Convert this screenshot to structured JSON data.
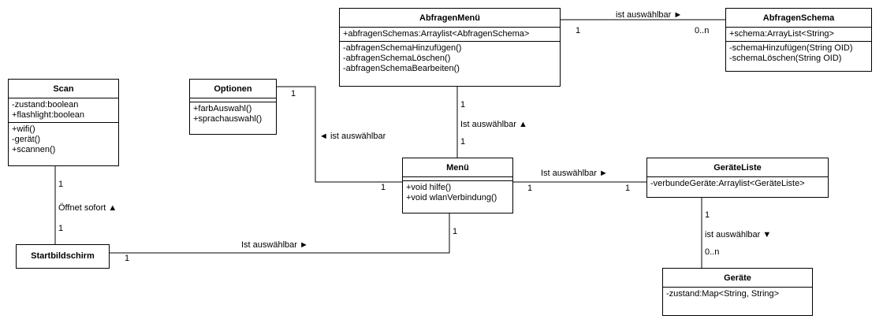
{
  "classes": {
    "abfragen_menu": {
      "name": "AbfragenMenü",
      "attributes": [
        "+abfragenSchemas:Arraylist<AbfragenSchema>"
      ],
      "operations": [
        "-abfragenSchemaHinzufügen()",
        "-abfragenSchemaLöschen()",
        "-abfragenSchemaBearbeiten()"
      ]
    },
    "abfragen_schema": {
      "name": "AbfragenSchema",
      "attributes": [
        "+schema:ArrayList<String>"
      ],
      "operations": [
        "-schemaHinzufügen(String OID)",
        "-schemaLöschen(String OID)"
      ]
    },
    "scan": {
      "name": "Scan",
      "attributes": [
        "-zustand:boolean",
        "+flashlight:boolean"
      ],
      "operations": [
        "+wifi()",
        "-gerät()",
        "+scannen()"
      ]
    },
    "optionen": {
      "name": "Optionen",
      "operations": [
        "+farbAuswahl()",
        "+sprachauswahl()"
      ]
    },
    "menu": {
      "name": "Menü",
      "operations": [
        "+void hilfe()",
        "+void wlanVerbindung()"
      ]
    },
    "geraete_liste": {
      "name": "GeräteListe",
      "attributes": [
        "-verbundeGeräte:Arraylist<GeräteListe>"
      ]
    },
    "startbildschirm": {
      "name": "Startbildschirm"
    },
    "geraete": {
      "name": "Geräte",
      "attributes": [
        "-zustand:Map<String, String>"
      ]
    }
  },
  "associations": {
    "menu_schema": {
      "label": "ist auswählbar ►",
      "source_mult": "1",
      "target_mult": "0..n"
    },
    "abfragen_menu": {
      "label": "Ist auswählbar ▲",
      "source_mult": "1",
      "target_mult": "1"
    },
    "optionen_menu": {
      "label": "◄ ist auswählbar",
      "source_mult": "1",
      "target_mult": "1"
    },
    "menu_liste": {
      "label": "Ist auswählbar ►",
      "source_mult": "1",
      "target_mult": "1"
    },
    "scan_start": {
      "label": "Öffnet sofort ▲",
      "source_mult": "1",
      "target_mult": "1"
    },
    "start_menu": {
      "label": "Ist auswählbar ►",
      "source_mult": "1",
      "target_mult": "1"
    },
    "liste_geraete": {
      "label": "ist auswählbar ▼",
      "source_mult": "1",
      "target_mult": "0..n"
    }
  }
}
